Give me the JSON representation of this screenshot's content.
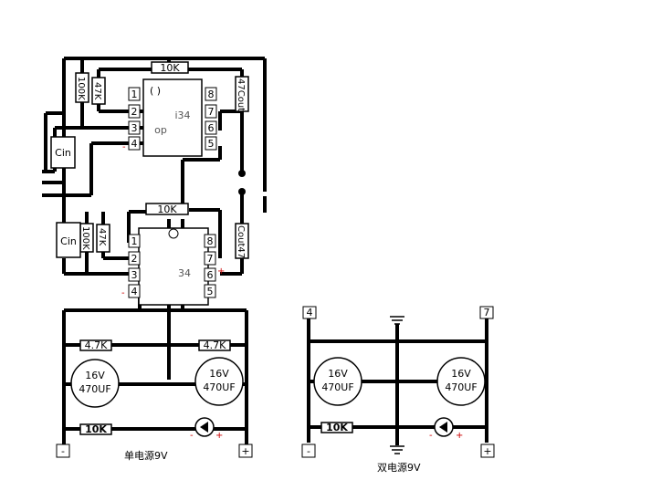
{
  "opamp_top": {
    "pins": [
      "1",
      "2",
      "3",
      "4",
      "8",
      "7",
      "6",
      "5"
    ],
    "marking": "( )",
    "text_a": "i34",
    "text_b": "op"
  },
  "opamp_bottom": {
    "pins": [
      "1",
      "2",
      "3",
      "4",
      "8",
      "7",
      "6",
      "5"
    ],
    "text_a": "34"
  },
  "resistors": {
    "top_feedback": "10K",
    "bottom_feedback": "10K",
    "top_r1": "100K",
    "top_r2": "47K",
    "bottom_r1": "100K",
    "bottom_r2": "47K",
    "top_cout": "47Cout",
    "bottom_cout": "Cout47",
    "div_left": "4.7K",
    "div_right": "4.7K",
    "led_r_single": "10K",
    "led_r_dual": "10K"
  },
  "inputs": {
    "cin_top": "Cin",
    "cin_bottom": "Cin"
  },
  "capacitor": {
    "voltage": "16V",
    "capacity": "470UF"
  },
  "polarity": {
    "minus": "-",
    "plus": "+"
  },
  "terminals": {
    "minus": "-",
    "plus": "+",
    "pin4": "4",
    "pin7": "7"
  },
  "captions": {
    "single": "单电源9V",
    "dual": "双电源9V"
  }
}
